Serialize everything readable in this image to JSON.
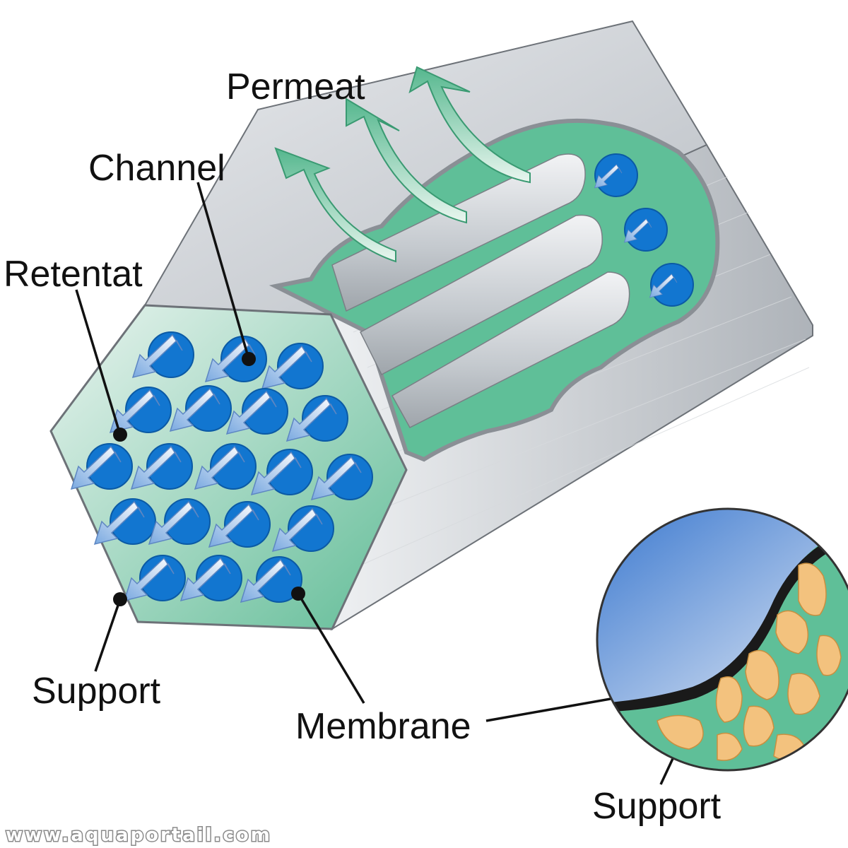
{
  "labels": {
    "permeat": "Permeat",
    "channel": "Channel",
    "retentat": "Retentat",
    "support_left": "Support",
    "membrane": "Membrane",
    "support_zoom": "Support"
  },
  "watermark": "www.aquaportail.com",
  "colors": {
    "housing": "#c9cdd2",
    "support_green": "#5fbf98",
    "channel_blue": "#1276d0",
    "arrow_light": "#d8e6f6",
    "permeat_arrow": "#8fd4b4",
    "grain": "#f3c27e"
  }
}
